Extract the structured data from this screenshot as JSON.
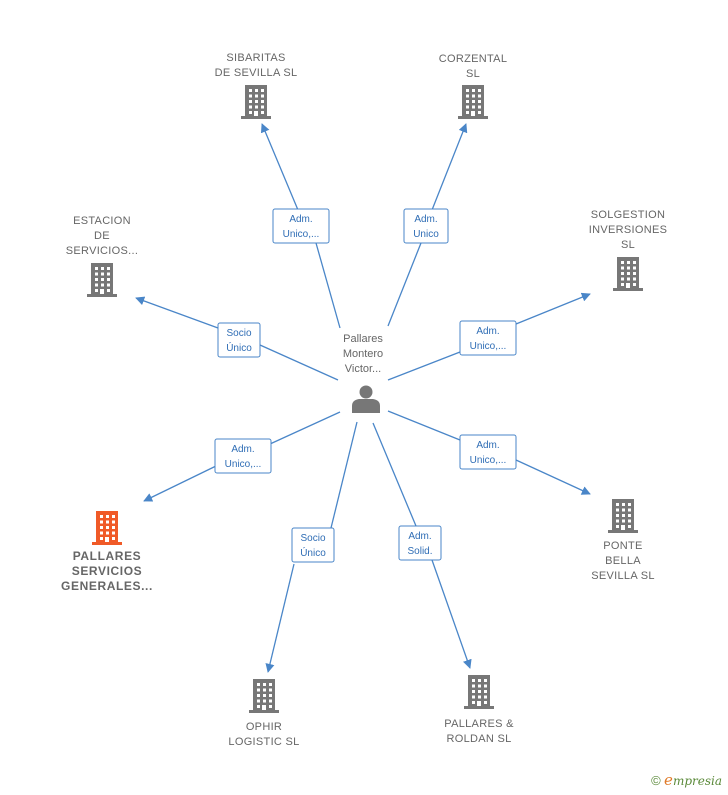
{
  "center": {
    "label_lines": [
      "Pallares",
      "Montero",
      "Victor..."
    ],
    "icon": "person-icon"
  },
  "colors": {
    "node": "#777777",
    "highlight": "#f05a28",
    "edge": "#4a86c8",
    "edge_text": "#2f6db5"
  },
  "nodes": [
    {
      "id": "sibaritas",
      "lines": [
        "SIBARITAS",
        "DE SEVILLA  SL"
      ],
      "icon": "building-icon",
      "edge": [
        "Adm.",
        "Unico,..."
      ]
    },
    {
      "id": "corzental",
      "lines": [
        "CORZENTAL",
        "SL"
      ],
      "icon": "building-icon",
      "edge": [
        "Adm.",
        "Unico"
      ]
    },
    {
      "id": "solgestion",
      "lines": [
        "SOLGESTION",
        "INVERSIONES",
        "SL"
      ],
      "icon": "building-icon",
      "edge": [
        "Adm.",
        "Unico,..."
      ]
    },
    {
      "id": "ponte-bella",
      "lines": [
        "PONTE",
        "BELLA",
        "SEVILLA  SL"
      ],
      "icon": "building-icon",
      "edge": [
        "Adm.",
        "Unico,..."
      ]
    },
    {
      "id": "pallares-roldan",
      "lines": [
        "PALLARES &",
        "ROLDAN SL"
      ],
      "icon": "building-icon",
      "edge": [
        "Adm.",
        "Solid."
      ]
    },
    {
      "id": "ophir",
      "lines": [
        "OPHIR",
        "LOGISTIC  SL"
      ],
      "icon": "building-icon",
      "edge": [
        "Socio",
        "Único"
      ]
    },
    {
      "id": "pallares-servicios",
      "lines": [
        "PALLARES",
        "SERVICIOS",
        "GENERALES..."
      ],
      "icon": "building-icon",
      "highlight": true,
      "edge": [
        "Adm.",
        "Unico,..."
      ]
    },
    {
      "id": "estacion",
      "lines": [
        "ESTACION",
        "DE",
        "SERVICIOS..."
      ],
      "icon": "building-icon",
      "edge": [
        "Socio",
        "Único"
      ]
    }
  ],
  "footer": {
    "copyright": "©",
    "brand_initial": "e",
    "brand_rest": "mpresia"
  }
}
